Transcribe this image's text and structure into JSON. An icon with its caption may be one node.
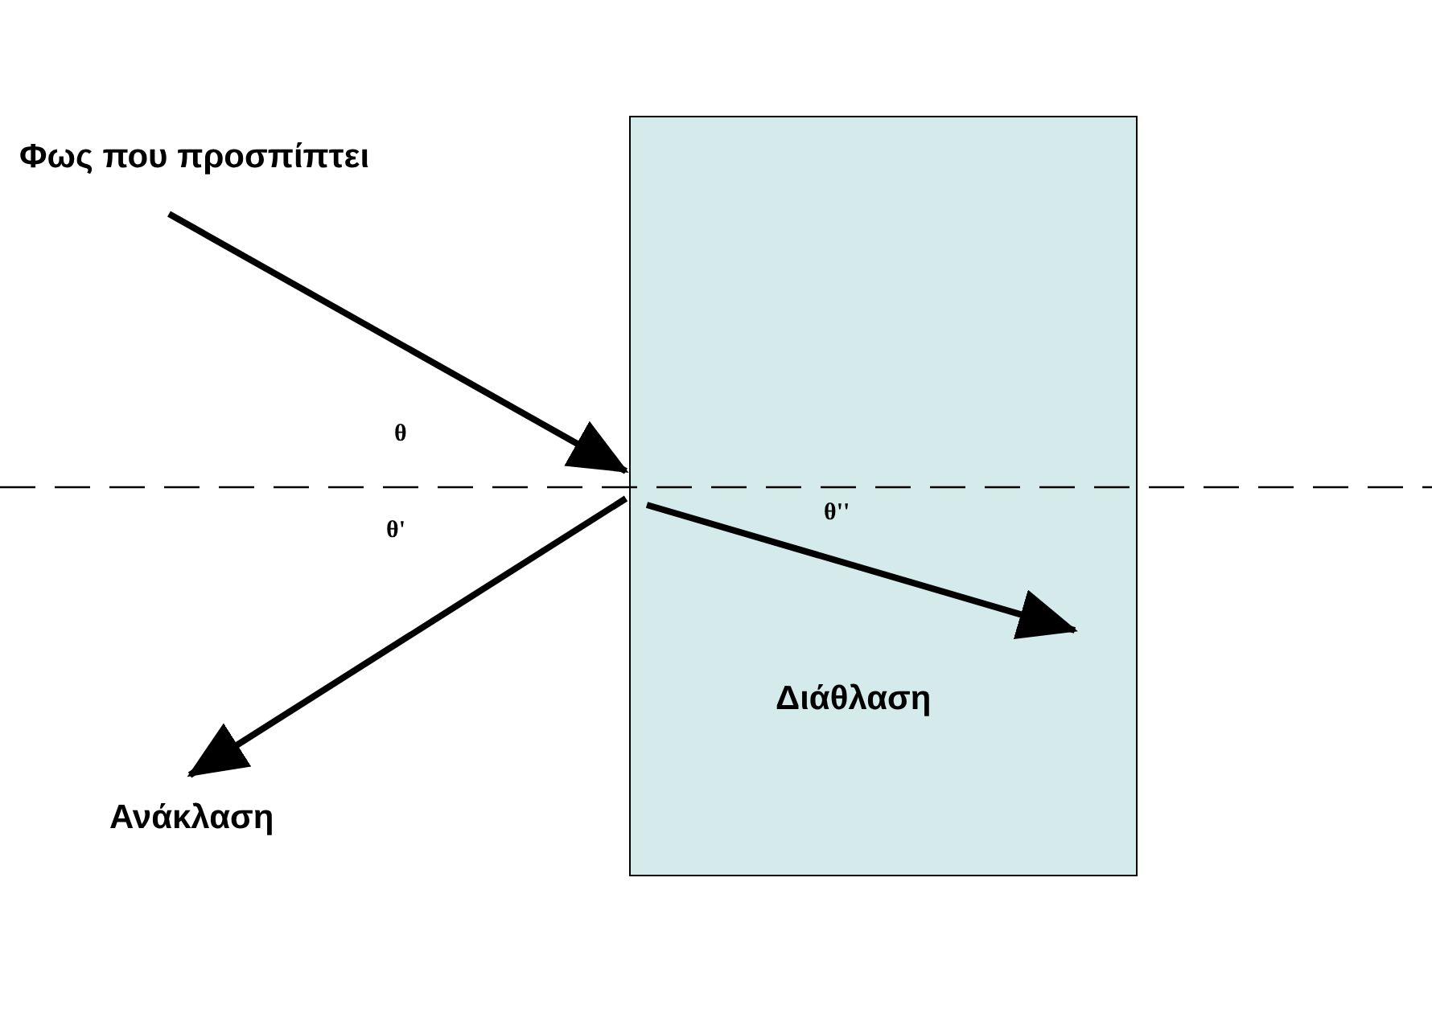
{
  "diagram": {
    "nodes": [
      {
        "text": [
          "Φως που προσπίπτει"
        ]
      },
      {
        "text": [],
        "shape": "box"
      },
      {
        "text": [
          "Διάθλαση"
        ],
        "in": 1
      },
      {
        "text": [
          "Ανάκλαση"
        ]
      }
    ],
    "edges": [
      {
        "from": 0,
        "to": 1,
        "arrow": "to"
      },
      {
        "from": 1,
        "to": 3,
        "arrow": "to"
      },
      {
        "from": 1,
        "to": null,
        "arrow": "to"
      }
    ],
    "labels": [
      "θ",
      "θ'",
      "θ''"
    ]
  }
}
